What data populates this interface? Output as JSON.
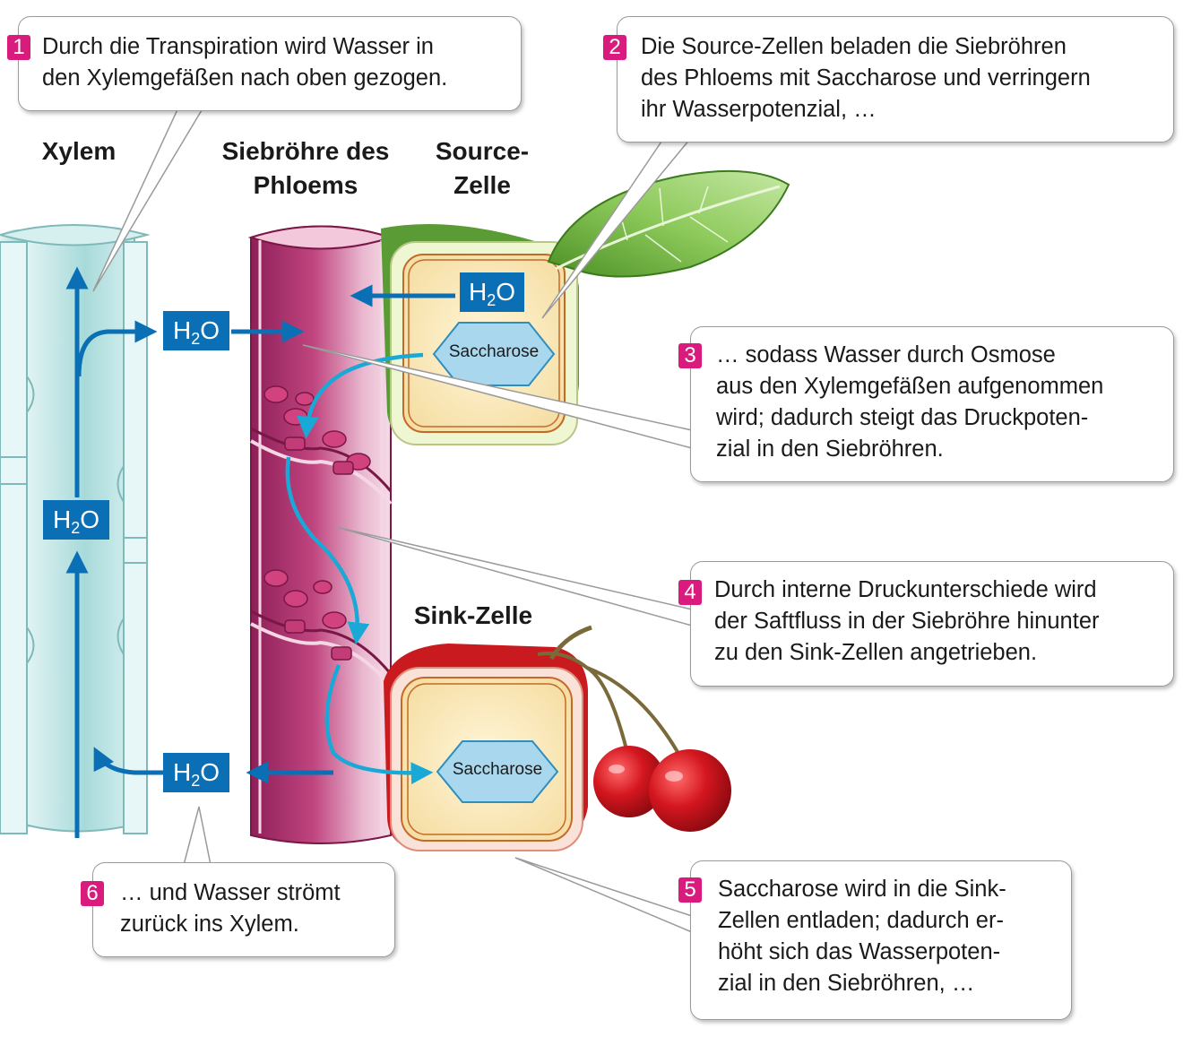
{
  "labels": {
    "xylem": "Xylem",
    "siebroehre": "Siebröhre des\nPhloems",
    "source_zelle": "Source-\nZelle",
    "sink_zelle": "Sink-Zelle"
  },
  "molecule": {
    "base": "H",
    "sub": "2",
    "tail": "O"
  },
  "saccharose": "Saccharose",
  "callouts": [
    {
      "num": "1",
      "text": "Durch die Transpiration wird Wasser in\nden Xylemgefäßen nach oben gezogen."
    },
    {
      "num": "2",
      "text": "Die Source-Zellen beladen die Siebröhren\ndes Phloems mit Saccharose und verringern\nihr Wasserpotenzial, …"
    },
    {
      "num": "3",
      "text": "… sodass Wasser durch Osmose\naus den Xylemgefäßen aufgenommen\nwird; dadurch steigt das Druckpoten-\nzial in den Siebröhren."
    },
    {
      "num": "4",
      "text": "Durch interne Druckunterschiede wird\nder Saftfluss in der Siebröhre hinunter\nzu den Sink-Zellen angetrieben."
    },
    {
      "num": "5",
      "text": "Saccharose wird in die Sink-\nZellen entladen; dadurch er-\nhöht sich das Wasserpoten-\nzial in den Siebröhren, …"
    },
    {
      "num": "6",
      "text": "… und Wasser strömt\nzurück ins Xylem."
    }
  ],
  "colors": {
    "xylem": "#bfe3e3",
    "phloem": "#b0306f",
    "water_box": "#0a6fb4",
    "flow_arrow": "#19a9d6",
    "badge": "#d81b7c",
    "saccharose": "#a9d8ee",
    "leaf": "#6fb83a",
    "cherry": "#d4161f"
  },
  "icons": [
    "leaf-icon",
    "cherry-icon"
  ]
}
